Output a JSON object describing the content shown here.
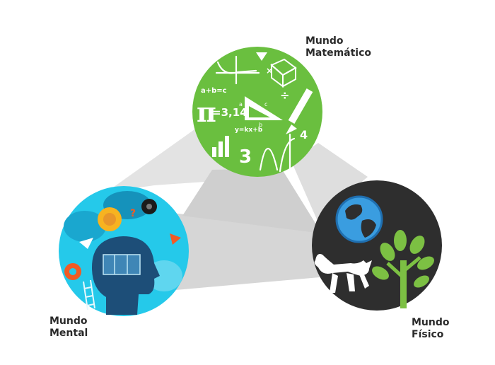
{
  "labels": {
    "matematico": {
      "line1": "Mundo",
      "line2": "Matemático"
    },
    "mental": {
      "line1": "Mundo",
      "line2": "Mental"
    },
    "fisico": {
      "line1": "Mundo",
      "line2": "Físico"
    }
  },
  "math_symbols": {
    "sum": "a+b=c",
    "pi_value": "=3,14",
    "linear": "y=kx+b",
    "three": "3",
    "four": "4",
    "division": "÷",
    "times": "×",
    "tri_a": "a",
    "tri_b": "b",
    "tri_c": "c",
    "pi": "π",
    "question": "?"
  },
  "colors": {
    "green": "#6abf3f",
    "cyan": "#25c9ea",
    "dark": "#2e2e2e",
    "globe_blue": "#3a9de0",
    "tree_green": "#7cc043",
    "head_navy": "#1d4e78",
    "connector": "#dcdcdc",
    "connector_dark": "#cfcfcf"
  }
}
